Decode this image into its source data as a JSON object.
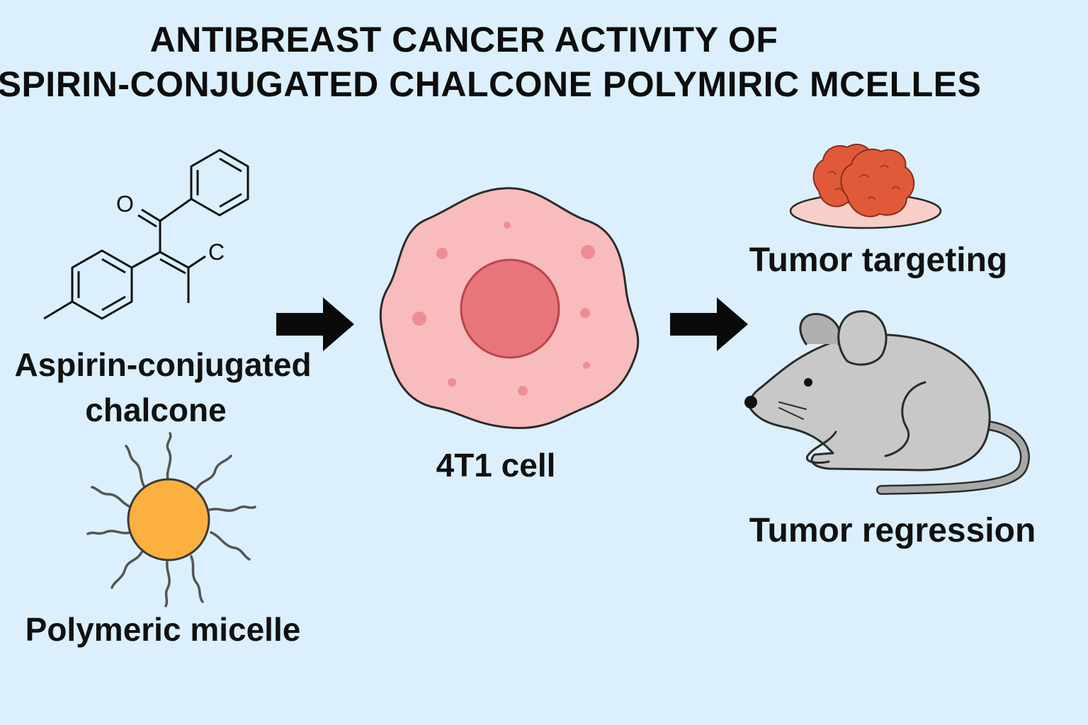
{
  "title": {
    "line1": "ANTIBREAST CANCER ACTIVITY OF",
    "line2": "ASPIRIN-CONJUGATED CHALCONE POLYMIRIC MCELLES"
  },
  "structure": {
    "atom_o": "O",
    "atom_c": "C"
  },
  "labels": {
    "chalcone_line1": "Aspirin-conjugated",
    "chalcone_line2": "chalcone",
    "micelle": "Polymeric micelle",
    "cell": "4T1 cell",
    "targeting": "Tumor targeting",
    "regression": "Tumor regression"
  },
  "colors": {
    "background": "#dbf0fc",
    "cell_body": "#f8bcbc",
    "cell_nucleus": "#e7757a",
    "micelle_core": "#fbb040",
    "tumor": "#e05a3a",
    "mouse": "#c8c8c8"
  }
}
